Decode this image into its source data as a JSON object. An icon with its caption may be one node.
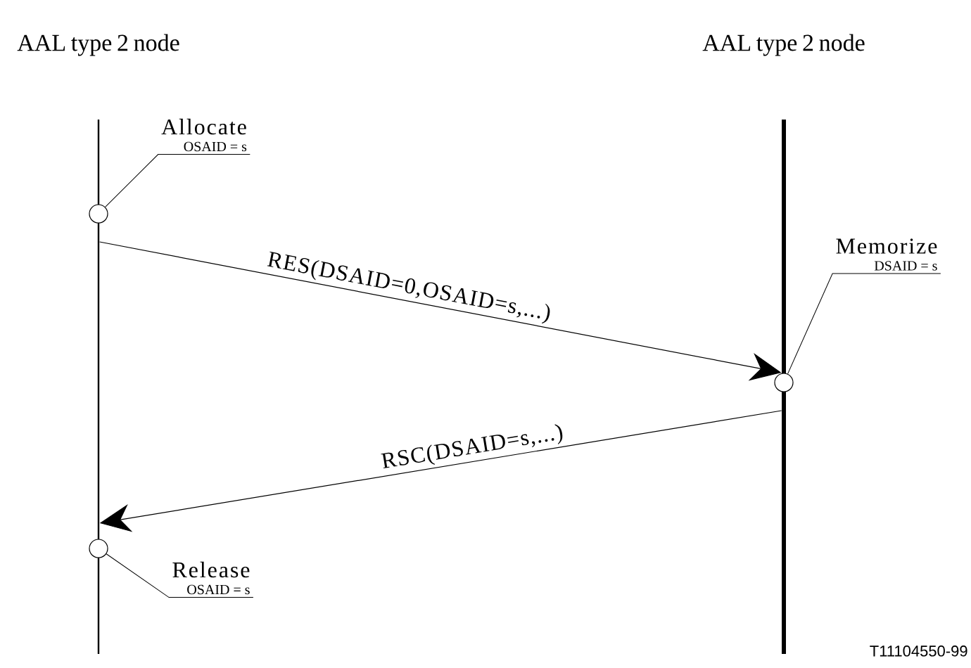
{
  "diagram": {
    "nodes": [
      {
        "text": [
          "AAL type 2 node"
        ]
      },
      {
        "text": [
          "AAL type 2 node"
        ]
      },
      {
        "text": [],
        "shape": "bar"
      },
      {
        "text": [],
        "shape": "bar"
      },
      {
        "text": [
          "Allocate",
          "OSAID = s"
        ]
      },
      {
        "text": [],
        "shape": "circle"
      },
      {
        "text": [
          "Memorize",
          "DSAID = s"
        ]
      },
      {
        "text": [],
        "shape": "circle"
      },
      {
        "text": [],
        "shape": "circle"
      },
      {
        "text": [
          "Release",
          "OSAID = s"
        ]
      }
    ],
    "edges": [
      {
        "from": 2,
        "to": 3,
        "arrow": "to",
        "label": "RES(DSAID=0,OSAID=s,...)"
      },
      {
        "from": 3,
        "to": 2,
        "arrow": "to",
        "label": "RSC(DSAID=s,...)"
      },
      {
        "from": 4,
        "to": 5,
        "arrow": "none"
      },
      {
        "from": 6,
        "to": 7,
        "arrow": "none"
      },
      {
        "from": 9,
        "to": 8,
        "arrow": "none"
      }
    ],
    "labels": [
      "T11104550-99"
    ]
  }
}
